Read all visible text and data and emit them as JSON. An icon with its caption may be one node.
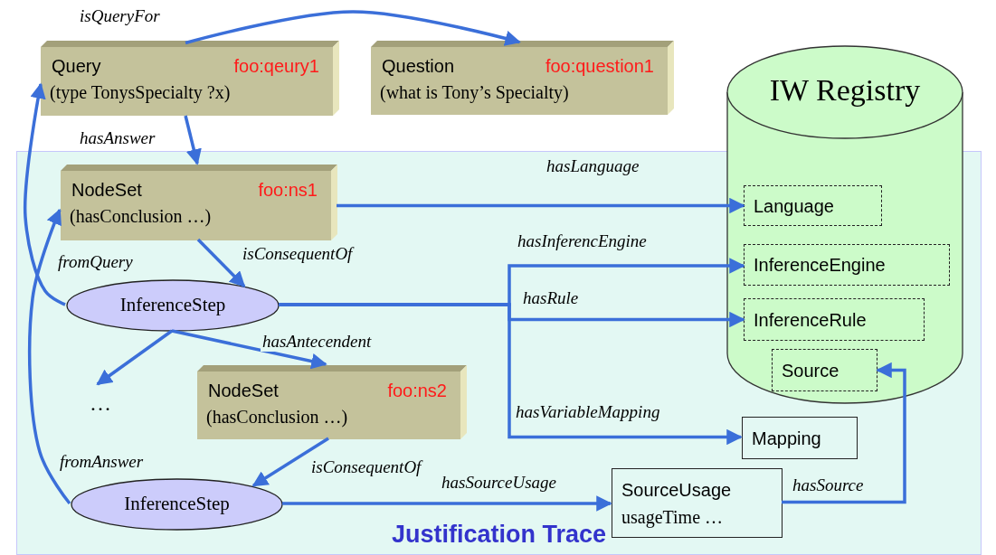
{
  "diagram": {
    "nodes": [
      {
        "text": [
          "Justification Trace"
        ]
      },
      {
        "text": [
          "Query",
          "foo:qeury1",
          "(type TonysSpecialty ?x)"
        ]
      },
      {
        "text": [
          "Question",
          "foo:question1",
          "(what is Tony’s Specialty)"
        ]
      },
      {
        "text": [
          "IW Registry"
        ]
      },
      {
        "text": [
          "NodeSet",
          "foo:ns1",
          "(hasConclusion …)"
        ],
        "in": 0
      },
      {
        "text": [
          "InferenceStep"
        ],
        "in": 0
      },
      {
        "text": [
          "…"
        ],
        "in": 0
      },
      {
        "text": [
          "NodeSet",
          "foo:ns2",
          "(hasConclusion …)"
        ],
        "in": 0
      },
      {
        "text": [
          "InferenceStep"
        ],
        "in": 0
      },
      {
        "text": [
          "Language"
        ],
        "in": 3
      },
      {
        "text": [
          "InferenceEngine"
        ],
        "in": 3
      },
      {
        "text": [
          "InferenceRule"
        ],
        "in": 3
      },
      {
        "text": [
          "Source"
        ],
        "in": 3
      },
      {
        "text": [
          "Mapping"
        ],
        "in": 0
      },
      {
        "text": [
          "SourceUsage",
          "usageTime …"
        ],
        "in": 0
      }
    ],
    "edges": [
      {
        "from": 1,
        "to": 2,
        "arrow": "to",
        "label": "isQueryFor"
      },
      {
        "from": 1,
        "to": 4,
        "arrow": "to",
        "label": "hasAnswer"
      },
      {
        "from": 4,
        "to": 9,
        "arrow": "to",
        "label": "hasLanguage"
      },
      {
        "from": 4,
        "to": 5,
        "arrow": "to",
        "label": "isConsequentOf"
      },
      {
        "from": 5,
        "to": 1,
        "arrow": "to",
        "label": "fromQuery"
      },
      {
        "from": 5,
        "to": 10,
        "arrow": "to",
        "label": "hasInferencEngine"
      },
      {
        "from": 5,
        "to": 11,
        "arrow": "to",
        "label": "hasRule"
      },
      {
        "from": 5,
        "to": 13,
        "arrow": "to",
        "label": "hasVariableMapping"
      },
      {
        "from": 5,
        "to": 7,
        "arrow": "to",
        "label": "hasAntecendent"
      },
      {
        "from": 5,
        "to": 6,
        "arrow": "to"
      },
      {
        "from": 7,
        "to": 8,
        "arrow": "to",
        "label": "isConsequentOf"
      },
      {
        "from": 8,
        "to": 4,
        "arrow": "to",
        "label": "fromAnswer"
      },
      {
        "from": 8,
        "to": 14,
        "arrow": "to",
        "label": "hasSourceUsage"
      },
      {
        "from": 14,
        "to": 12,
        "arrow": "to",
        "label": "hasSource"
      }
    ]
  }
}
